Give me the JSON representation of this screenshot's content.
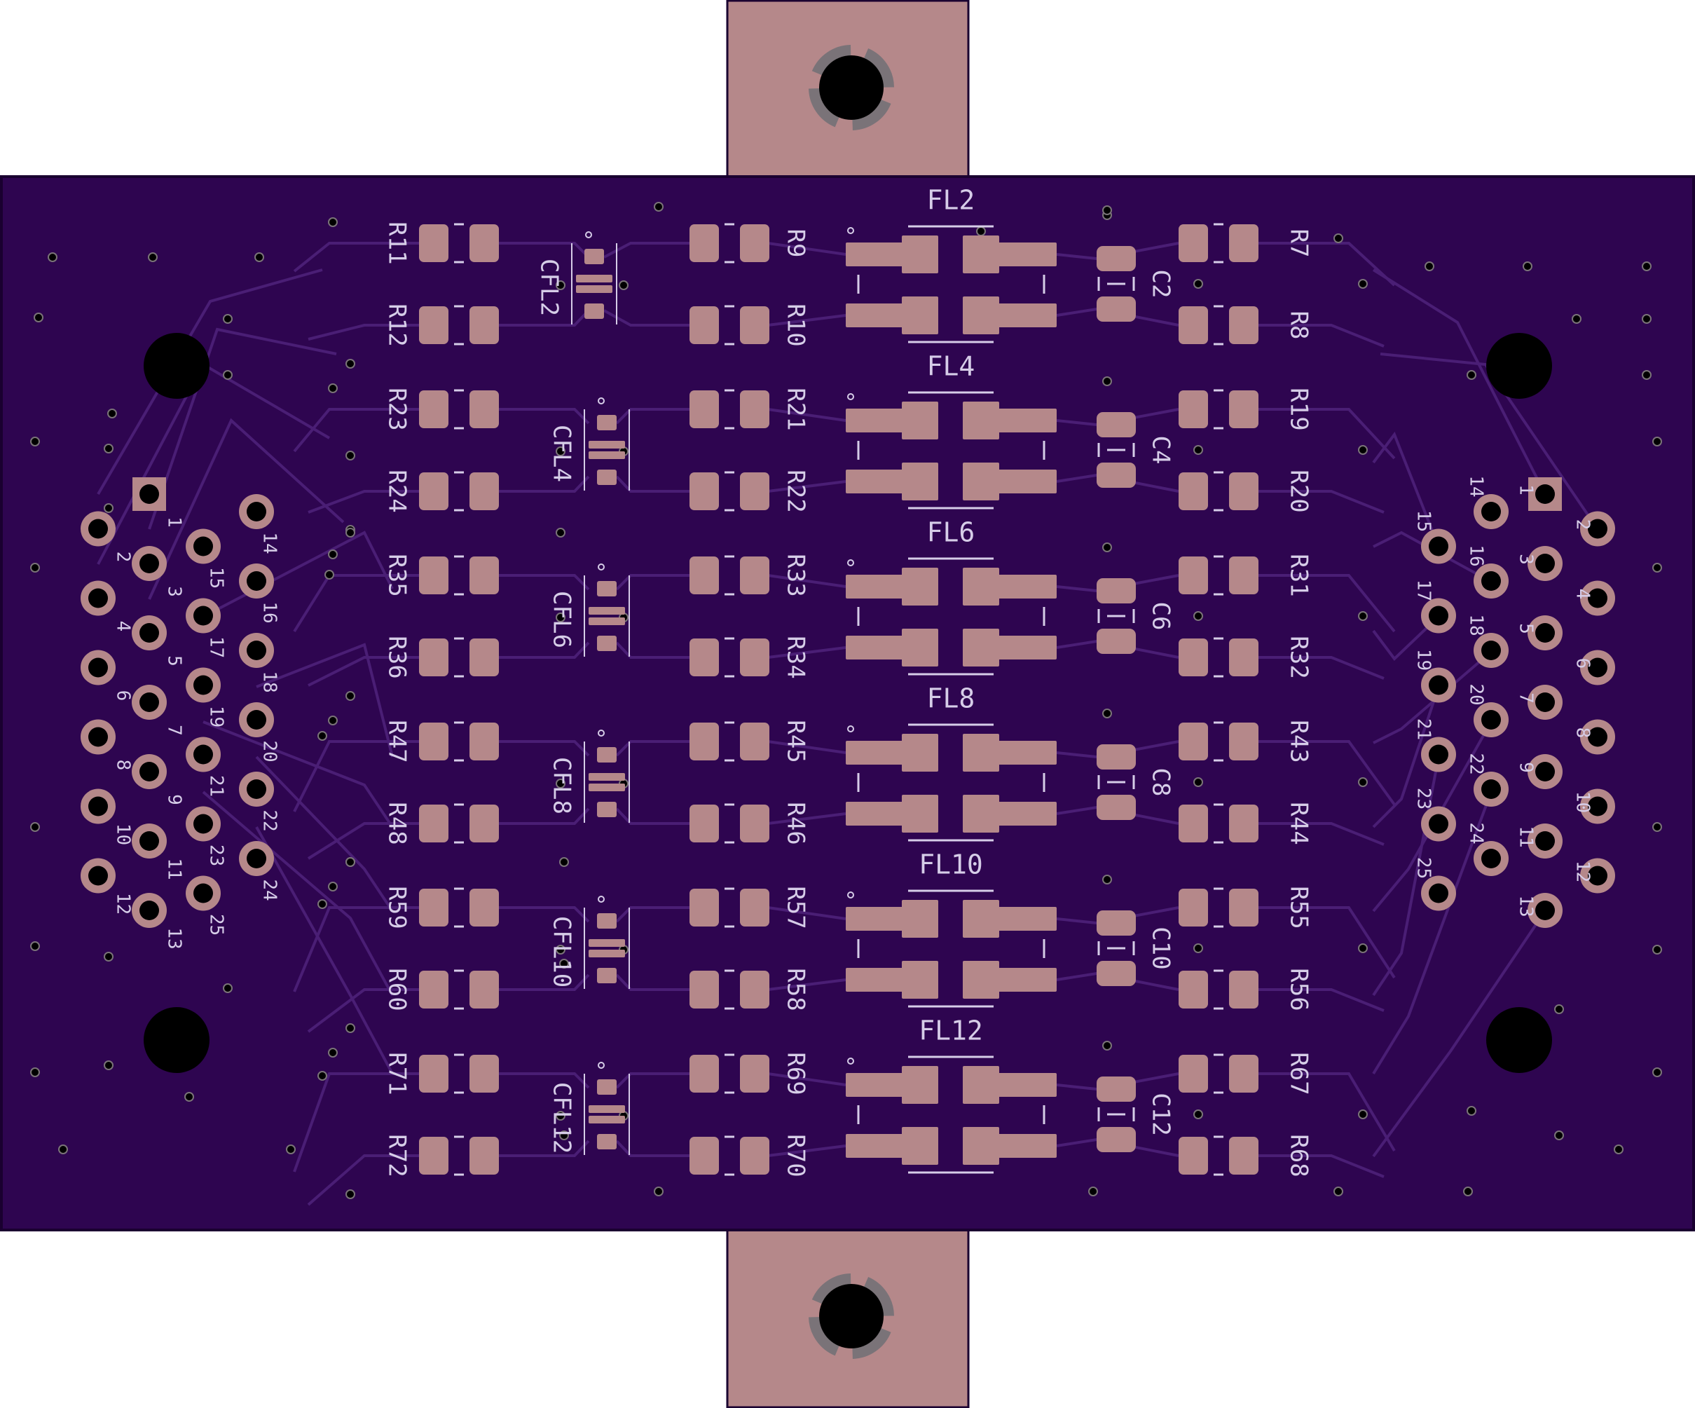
{
  "colors": {
    "board": "#2e0550",
    "board_edge": "#1a0030",
    "trace": "#4a1e75",
    "copper": "#b5888a",
    "silkscreen": "#d6cde8",
    "hole": "#000000",
    "ring": "#7a7378",
    "background": "#ffffff"
  },
  "mounting_tabs": [
    {
      "name": "top-tab"
    },
    {
      "name": "bottom-tab"
    }
  ],
  "rows": [
    {
      "r_ll1": "R11",
      "r_ll2": "R12",
      "cfl": "CFL2",
      "r_lm1": "R9",
      "r_lm2": "R10",
      "fl": "FL2",
      "c": "C2",
      "r_r1": "R7",
      "r_r2": "R8"
    },
    {
      "r_ll1": "R23",
      "r_ll2": "R24",
      "cfl": "CFL4",
      "r_lm1": "R21",
      "r_lm2": "R22",
      "fl": "FL4",
      "c": "C4",
      "r_r1": "R19",
      "r_r2": "R20"
    },
    {
      "r_ll1": "R35",
      "r_ll2": "R36",
      "cfl": "CFL6",
      "r_lm1": "R33",
      "r_lm2": "R34",
      "fl": "FL6",
      "c": "C6",
      "r_r1": "R31",
      "r_r2": "R32"
    },
    {
      "r_ll1": "R47",
      "r_ll2": "R48",
      "cfl": "CFL8",
      "r_lm1": "R45",
      "r_lm2": "R46",
      "fl": "FL8",
      "c": "C8",
      "r_r1": "R43",
      "r_r2": "R44"
    },
    {
      "r_ll1": "R59",
      "r_ll2": "R60",
      "cfl": "CFL10",
      "r_lm1": "R57",
      "r_lm2": "R58",
      "fl": "FL10",
      "c": "C10",
      "r_r1": "R55",
      "r_r2": "R56"
    },
    {
      "r_ll1": "R71",
      "r_ll2": "R72",
      "cfl": "CFL12",
      "r_lm1": "R69",
      "r_lm2": "R70",
      "fl": "FL12",
      "c": "C12",
      "r_r1": "R67",
      "r_r2": "R68"
    }
  ],
  "connectors": {
    "left": {
      "pins": [
        "1",
        "2",
        "3",
        "4",
        "5",
        "6",
        "7",
        "8",
        "9",
        "10",
        "11",
        "12",
        "13",
        "14",
        "15",
        "16",
        "17",
        "18",
        "19",
        "20",
        "21",
        "22",
        "23",
        "24",
        "25"
      ]
    },
    "right": {
      "pins": [
        "1",
        "2",
        "3",
        "4",
        "5",
        "6",
        "7",
        "8",
        "9",
        "10",
        "11",
        "12",
        "13",
        "14",
        "15",
        "16",
        "17",
        "18",
        "19",
        "20",
        "21",
        "22",
        "23",
        "24",
        "25"
      ]
    }
  }
}
